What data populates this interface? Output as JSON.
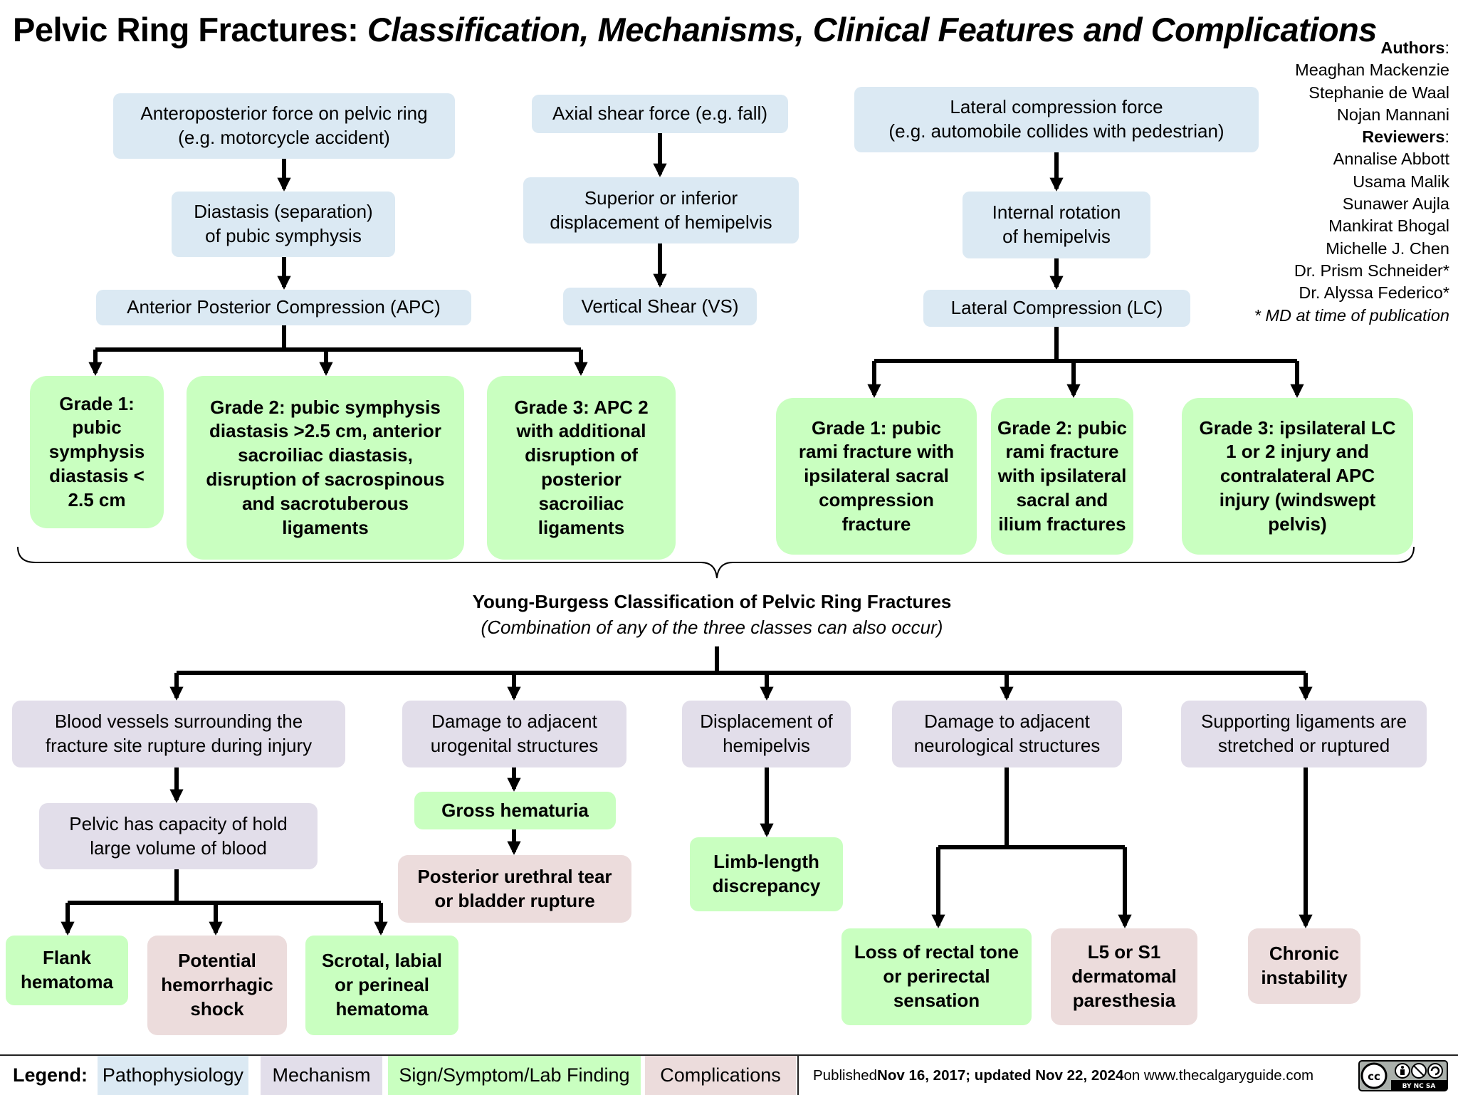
{
  "title": {
    "main": "Pelvic Ring Fractures:",
    "sub": "Classification, Mechanisms, Clinical Features and Complications"
  },
  "credits": {
    "authors_heading": "Authors",
    "authors": [
      "Meaghan Mackenzie",
      "Stephanie de Waal",
      "Nojan Mannani"
    ],
    "reviewers_heading": "Reviewers",
    "reviewers": [
      "Annalise Abbott",
      "Usama Malik",
      "Sunawer Aujla",
      "Mankirat Bhogal",
      "Michelle J. Chen",
      "Dr. Prism Schneider*",
      "Dr. Alyssa Federico*"
    ],
    "note": "* MD at time of publication"
  },
  "apc": {
    "force": "Anteroposterior force on pelvic ring\n(e.g. motorcycle accident)",
    "diastasis": "Diastasis (separation)\nof pubic symphysis",
    "class": "Anterior Posterior Compression (APC)",
    "grade1": "Grade 1:\npubic\nsymphysis\ndiastasis <\n2.5 cm",
    "grade2": "Grade 2: pubic symphysis\ndiastasis >2.5 cm, anterior\nsacroiliac diastasis,\ndisruption of sacrospinous\nand sacrotuberous\nligaments",
    "grade3": "Grade 3: APC 2\nwith additional\ndisruption of\nposterior\nsacroiliac\nligaments"
  },
  "vs": {
    "force": "Axial shear force (e.g. fall)",
    "displacement": "Superior or inferior\ndisplacement of hemipelvis",
    "class": "Vertical Shear (VS)"
  },
  "lc": {
    "force": "Lateral compression force\n(e.g. automobile collides with pedestrian)",
    "rotation": "Internal rotation\nof hemipelvis",
    "class": "Lateral Compression (LC)",
    "grade1": "Grade 1: pubic\nrami fracture with\nipsilateral sacral\ncompression\nfracture",
    "grade2": "Grade 2: pubic\nrami fracture\nwith ipsilateral\nsacral and\nilium fractures",
    "grade3": "Grade 3: ipsilateral LC\n1 or 2 injury and\ncontralateral APC\ninjury (windswept\npelvis)"
  },
  "young_burgess": {
    "title": "Young-Burgess Classification of Pelvic Ring Fractures",
    "subtitle": "(Combination of any of the three classes can also occur)"
  },
  "bottom": {
    "vessels": "Blood vessels surrounding the\nfracture site rupture during injury",
    "capacity": "Pelvic has capacity of hold\nlarge volume of blood",
    "flank": "Flank\nhematoma",
    "shock": "Potential\nhemorrhagic\nshock",
    "scrotal": "Scrotal, labial\nor perineal\nhematoma",
    "urogenital": "Damage to adjacent\nurogenital structures",
    "hematuria": "Gross hematuria",
    "urethral": "Posterior urethral tear\nor bladder rupture",
    "displacement": "Displacement of\nhemipelvis",
    "limb": "Limb-length\ndiscrepancy",
    "neuro": "Damage to adjacent\nneurological structures",
    "rectal": "Loss of rectal tone\nor perirectal\nsensation",
    "paresthesia": "L5 or S1\ndermatomal\nparesthesia",
    "ligaments": "Supporting ligaments are\nstretched or ruptured",
    "instability": "Chronic\ninstability"
  },
  "legend": {
    "label": "Legend:",
    "pathophysiology": "Pathophysiology",
    "mechanism": "Mechanism",
    "sign": "Sign/Symptom/Lab Finding",
    "complications": "Complications"
  },
  "footer": {
    "published_prefix": "Published ",
    "dates": "Nov 16, 2017; updated Nov 22, 2024",
    "site": " on www.thecalgaryguide.com"
  },
  "license_badge": {
    "cc": "cc",
    "terms": "BY  NC  SA"
  },
  "colors": {
    "pathophysiology": "#dbe9f3",
    "mechanism": "#e2deea",
    "sign": "#c9ffc0",
    "complications": "#ecdcdc"
  }
}
